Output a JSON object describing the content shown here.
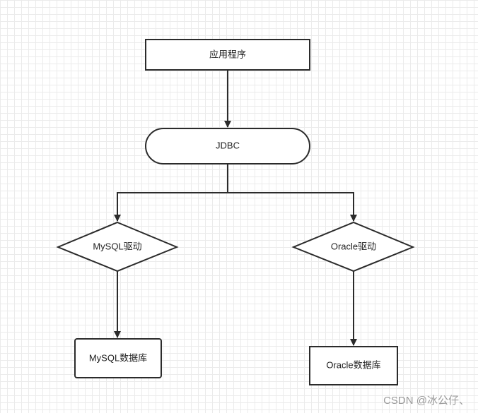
{
  "diagram": {
    "nodes": {
      "app": {
        "label": "应用程序",
        "shape": "rectangle"
      },
      "jdbc": {
        "label": "JDBC",
        "shape": "rounded-rectangle"
      },
      "mysql_driver": {
        "label": "MySQL驱动",
        "shape": "diamond"
      },
      "oracle_driver": {
        "label": "Oracle驱动",
        "shape": "diamond"
      },
      "mysql_db": {
        "label": "MySQL数据库",
        "shape": "rounded-rectangle"
      },
      "oracle_db": {
        "label": "Oracle数据库",
        "shape": "rectangle"
      }
    },
    "edges": [
      {
        "from": "app",
        "to": "jdbc"
      },
      {
        "from": "jdbc",
        "to": "mysql_driver"
      },
      {
        "from": "jdbc",
        "to": "oracle_driver"
      },
      {
        "from": "mysql_driver",
        "to": "mysql_db"
      },
      {
        "from": "oracle_driver",
        "to": "oracle_db"
      }
    ],
    "stroke_color": "#2b2b2b",
    "fill_color": "#ffffff"
  },
  "watermark": "CSDN @冰公仔、"
}
